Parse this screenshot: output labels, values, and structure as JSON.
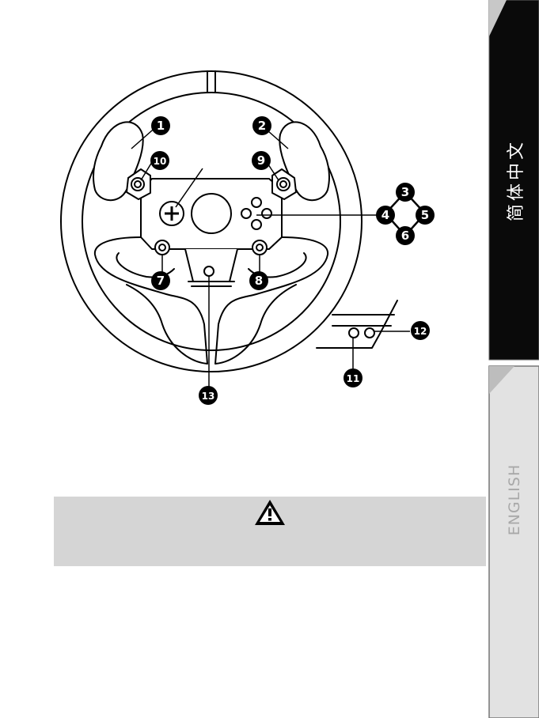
{
  "callouts": [
    "1",
    "2",
    "3",
    "4",
    "5",
    "6",
    "7",
    "8",
    "9",
    "10",
    "11",
    "12",
    "13"
  ],
  "warning": {
    "icon": "warning-triangle-icon"
  },
  "tabs": {
    "chinese": "简体中文",
    "english": "ENGLISH"
  },
  "colors": {
    "callout_fill": "#000000",
    "warning_bg": "#d5d5d5",
    "tab_active": "#0a0a0a",
    "tab_inactive": "#e2e2e2"
  }
}
